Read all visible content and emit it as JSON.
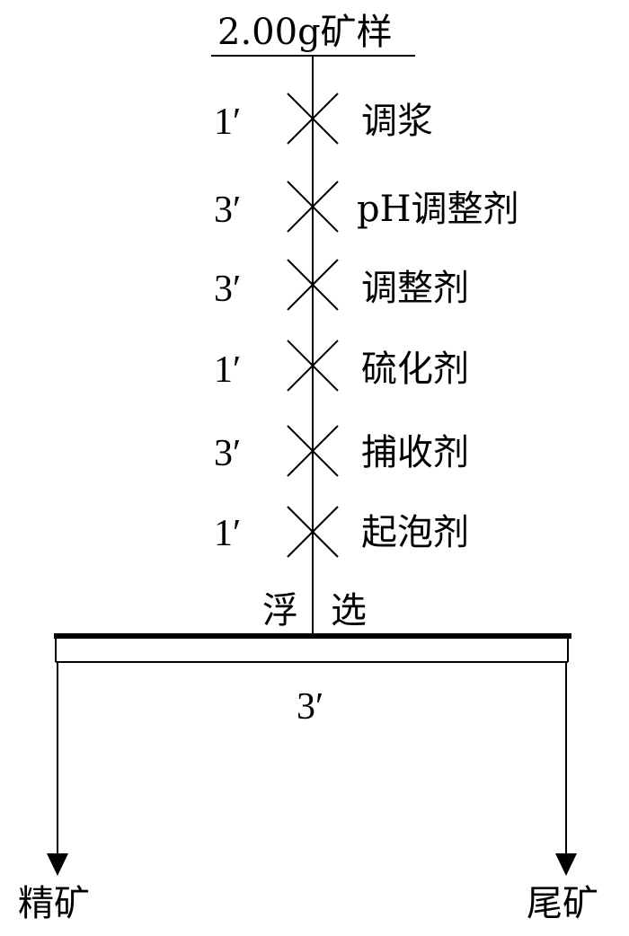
{
  "sample": {
    "label": "2.00g矿样"
  },
  "stages": [
    {
      "time": "1′",
      "reagent": "调浆"
    },
    {
      "time": "3′",
      "reagent": "pH调整剂"
    },
    {
      "time": "3′",
      "reagent": "调整剂"
    },
    {
      "time": "1′",
      "reagent": "硫化剂"
    },
    {
      "time": "3′",
      "reagent": "捕收剂"
    },
    {
      "time": "1′",
      "reagent": "起泡剂"
    }
  ],
  "flotation": {
    "left_char": "浮",
    "right_char": "选",
    "time": "3′"
  },
  "products": {
    "concentrate": "精矿",
    "tailings": "尾矿"
  }
}
